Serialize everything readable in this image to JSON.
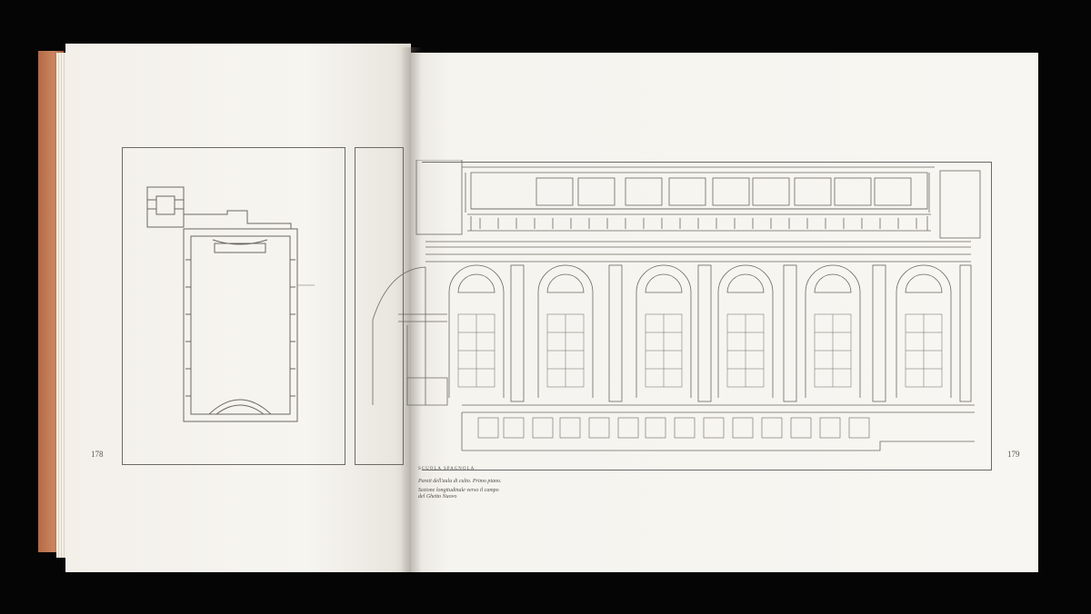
{
  "book": {
    "left_page_number": "178",
    "right_page_number": "179",
    "caption": {
      "kicker": "SCUOLA SPAGNOLA",
      "title": "Pareti dell'aula di culto. Primo piano.",
      "subtitle_line1": "Sezione longitudinale verso il campo",
      "subtitle_line2": "del Ghetto Nuovo"
    }
  },
  "colors": {
    "background": "#050505",
    "page": "#f7f5f0",
    "drawing_line": "#6b6862",
    "cover": "#c07a55"
  },
  "icons": [
    "floor-plan-drawing",
    "elevation-drawing"
  ]
}
